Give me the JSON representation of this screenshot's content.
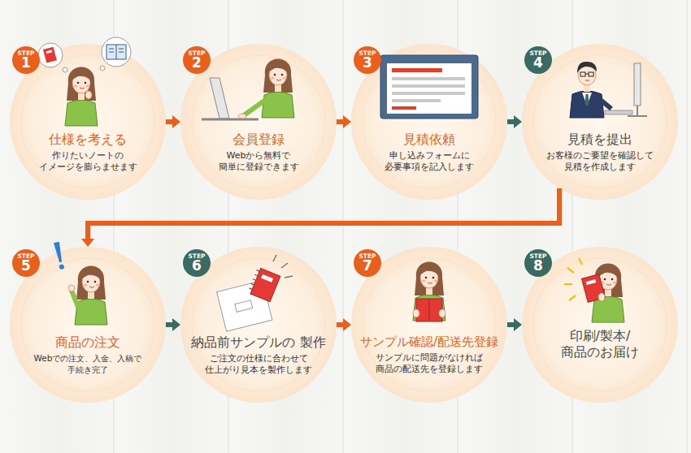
{
  "diagram": {
    "nodes": [
      {
        "text": [
          "仕様を考える",
          "作りたいノートの イメージを膨らませます"
        ]
      },
      {
        "text": [
          "STEP",
          "1"
        ],
        "in": 0
      },
      {
        "text": [
          "会員登録",
          "Webから無料で 簡単に登録できます"
        ]
      },
      {
        "text": [
          "STEP",
          "2"
        ],
        "in": 2
      },
      {
        "text": [
          "見積依頼",
          "申し込みフォームに 必要事項を記入します"
        ]
      },
      {
        "text": [
          "STEP",
          "3"
        ],
        "in": 4
      },
      {
        "text": [
          "見積を提出",
          "お客様のご要望を確認して 見積を作成します"
        ]
      },
      {
        "text": [
          "STEP",
          "4"
        ],
        "in": 6
      },
      {
        "text": [
          "商品の注文",
          "Webでの注文、入金、入稿で 手続き完了"
        ]
      },
      {
        "text": [
          "STEP",
          "5"
        ],
        "in": 8
      },
      {
        "text": [
          "納品前サンプルの 製作",
          "ご注文の仕様に合わせて 仕上がり見本を製作します"
        ]
      },
      {
        "text": [
          "STEP",
          "6"
        ],
        "in": 10
      },
      {
        "text": [
          "サンプル確認/配送先登録",
          "サンプルに問題がなければ 商品の配送先を登録します"
        ]
      },
      {
        "text": [
          "STEP",
          "7"
        ],
        "in": 12
      },
      {
        "text": [
          "印刷/製本/ 商品のお届け"
        ]
      },
      {
        "text": [
          "STEP",
          "8"
        ],
        "in": 14
      }
    ],
    "edges": [
      {
        "from": 0,
        "to": 2,
        "arrow": "to"
      },
      {
        "from": 2,
        "to": 4,
        "arrow": "to"
      },
      {
        "from": 4,
        "to": 6,
        "arrow": "to"
      },
      {
        "from": 6,
        "to": 8,
        "arrow": "to"
      },
      {
        "from": 8,
        "to": 10,
        "arrow": "to"
      },
      {
        "from": 10,
        "to": 12,
        "arrow": "to"
      },
      {
        "from": 12,
        "to": 14,
        "arrow": "to"
      }
    ]
  }
}
